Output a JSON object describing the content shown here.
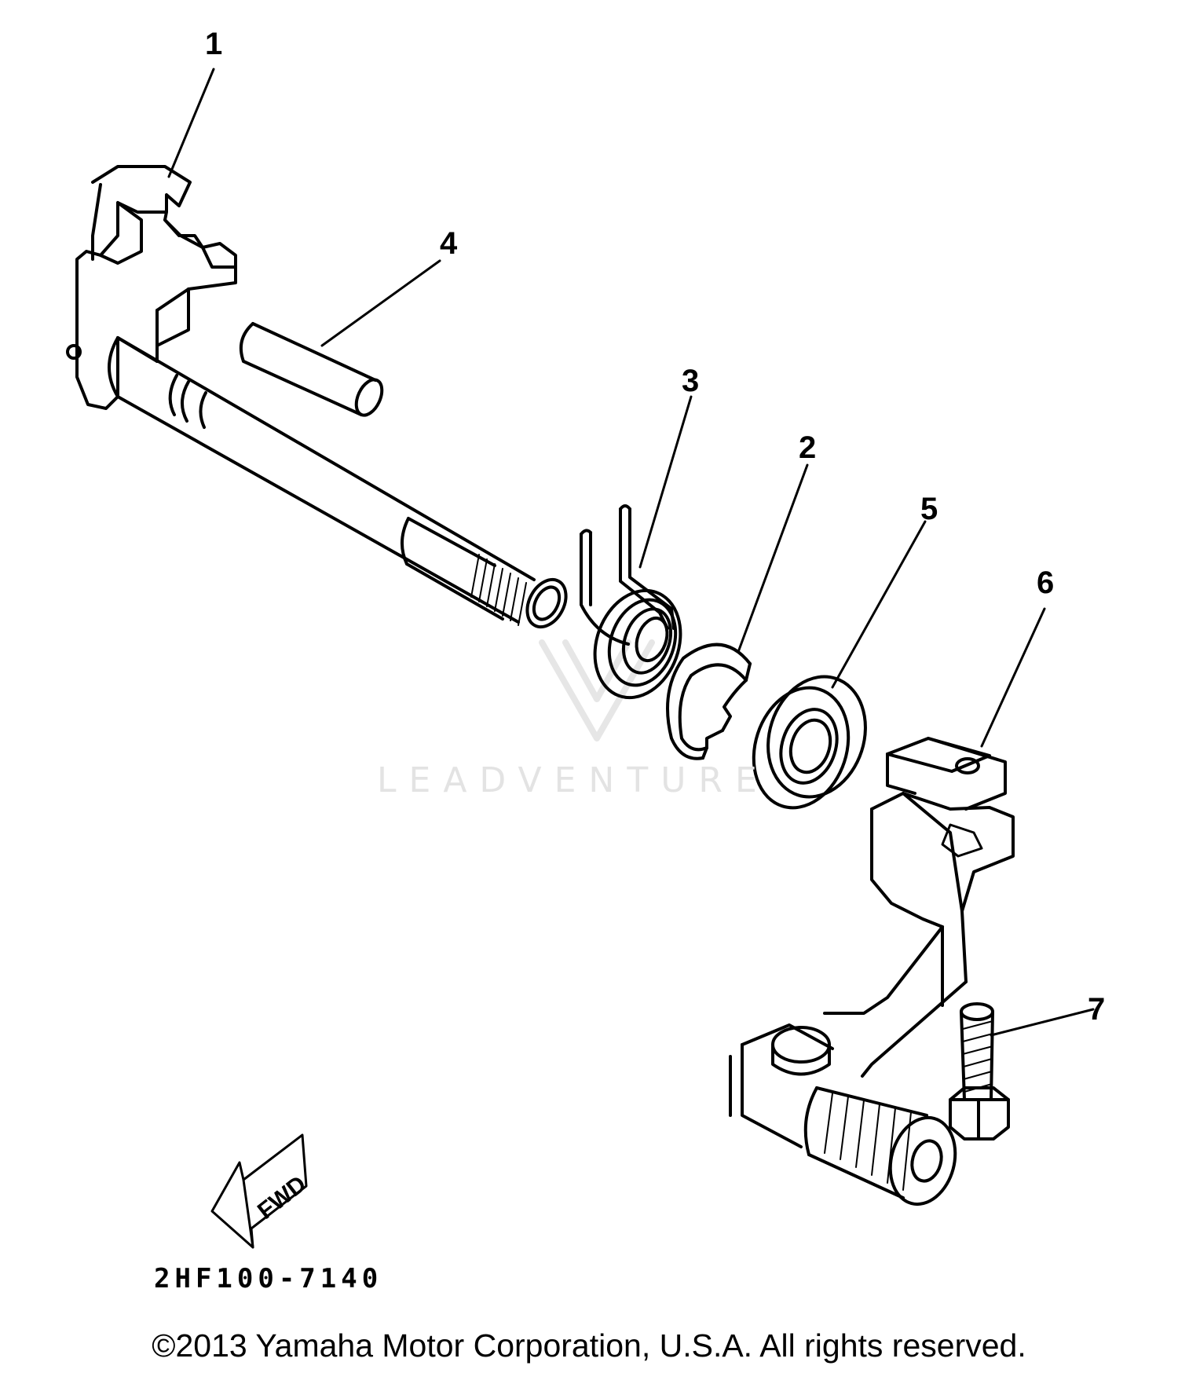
{
  "diagram": {
    "callouts": [
      {
        "id": "1",
        "label": "1"
      },
      {
        "id": "2",
        "label": "2"
      },
      {
        "id": "3",
        "label": "3"
      },
      {
        "id": "4",
        "label": "4"
      },
      {
        "id": "5",
        "label": "5"
      },
      {
        "id": "6",
        "label": "6"
      },
      {
        "id": "7",
        "label": "7"
      }
    ],
    "direction_marker": "FWD",
    "diagram_code": "2HF100-7140",
    "watermark": "LEADVENTURE",
    "copyright": "©2013 Yamaha Motor Corporation, U.S.A. All rights reserved."
  },
  "colors": {
    "line": "#000000",
    "background": "#ffffff",
    "watermark": "#e3e3e3"
  }
}
